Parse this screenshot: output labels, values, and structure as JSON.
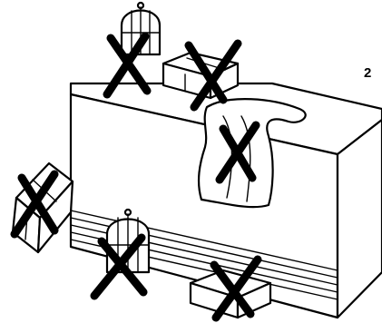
{
  "page": {
    "number": "2"
  },
  "illustration": {
    "forbidden_marks": [
      "birdcage-on-top",
      "gift-box-on-top",
      "cloth-draped",
      "gift-box-left",
      "birdcage-bottom",
      "gift-box-bottom"
    ]
  }
}
